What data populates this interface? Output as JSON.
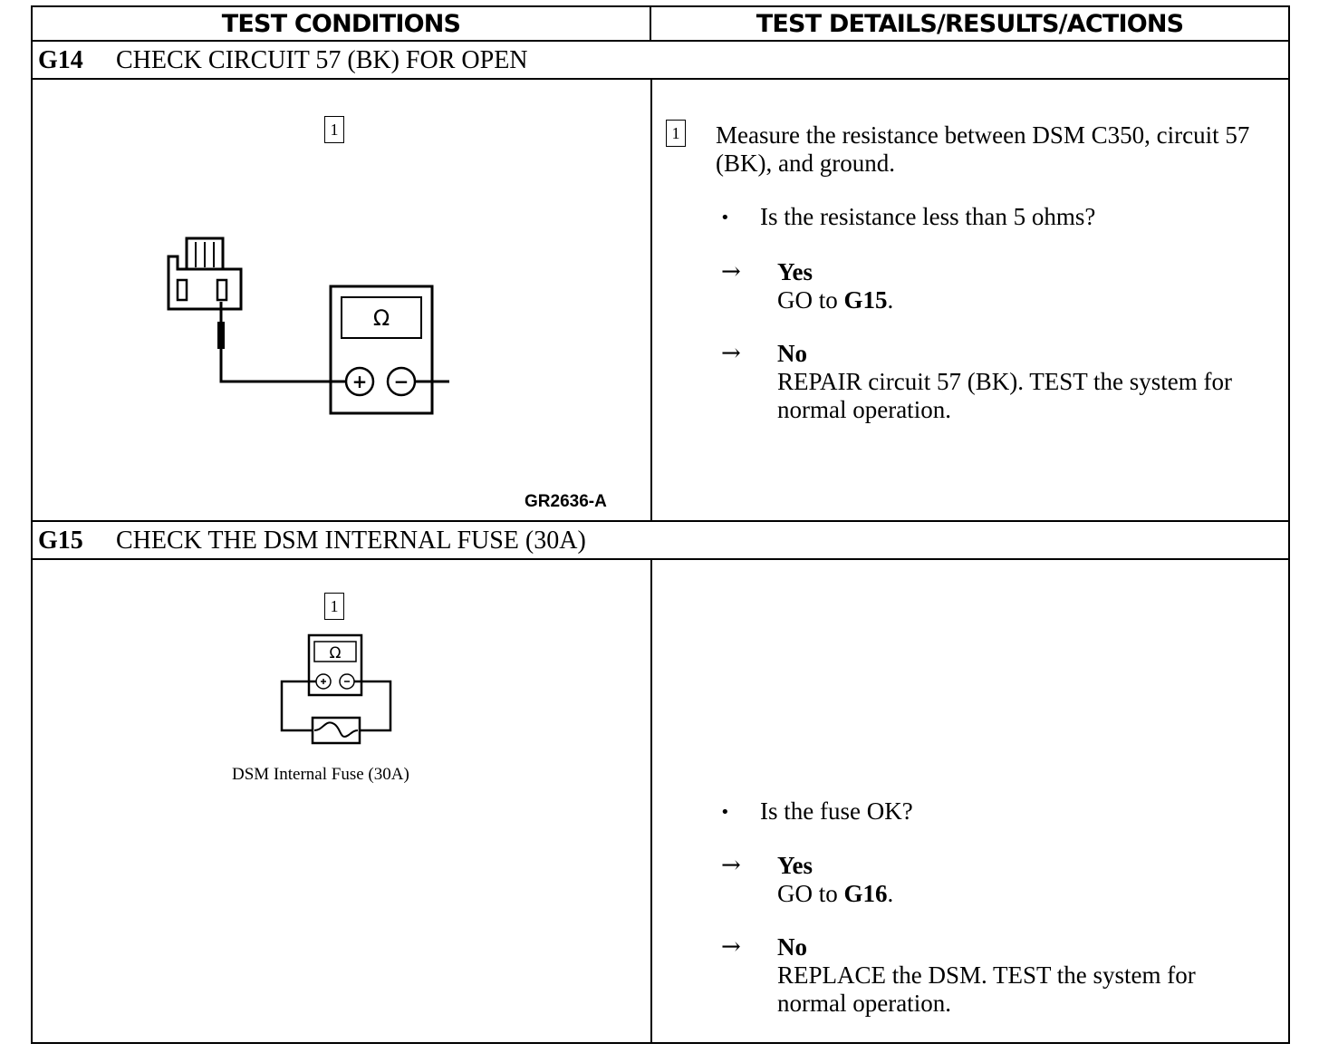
{
  "header": {
    "left": "TEST CONDITIONS",
    "right": "TEST DETAILS/RESULTS/ACTIONS"
  },
  "steps": [
    {
      "id": "G14",
      "title": "CHECK CIRCUIT 57 (BK) FOR OPEN",
      "figure_step": "1",
      "figure_label": "GR2636-A",
      "meter_symbol": "Ω",
      "detail_step": "1",
      "instruction": "Measure the resistance between DSM C350, circuit 57 (BK), and ground.",
      "question": "Is the resistance less than 5 ohms?",
      "yes_label": "Yes",
      "yes_action_prefix": "GO to ",
      "yes_action_target": "G15",
      "yes_action_suffix": ".",
      "no_label": "No",
      "no_action": "REPAIR circuit 57 (BK). TEST the system for normal operation."
    },
    {
      "id": "G15",
      "title": "CHECK THE DSM INTERNAL FUSE (30A)",
      "figure_step": "1",
      "figure_caption": "DSM Internal Fuse (30A)",
      "meter_symbol": "Ω",
      "question": "Is the fuse OK?",
      "yes_label": "Yes",
      "yes_action_prefix": "GO to ",
      "yes_action_target": "G16",
      "yes_action_suffix": ".",
      "no_label": "No",
      "no_action": "REPLACE the DSM. TEST the system for normal operation."
    }
  ],
  "glyphs": {
    "arrow": "→",
    "bullet": "•",
    "plus": "+",
    "minus": "−"
  }
}
